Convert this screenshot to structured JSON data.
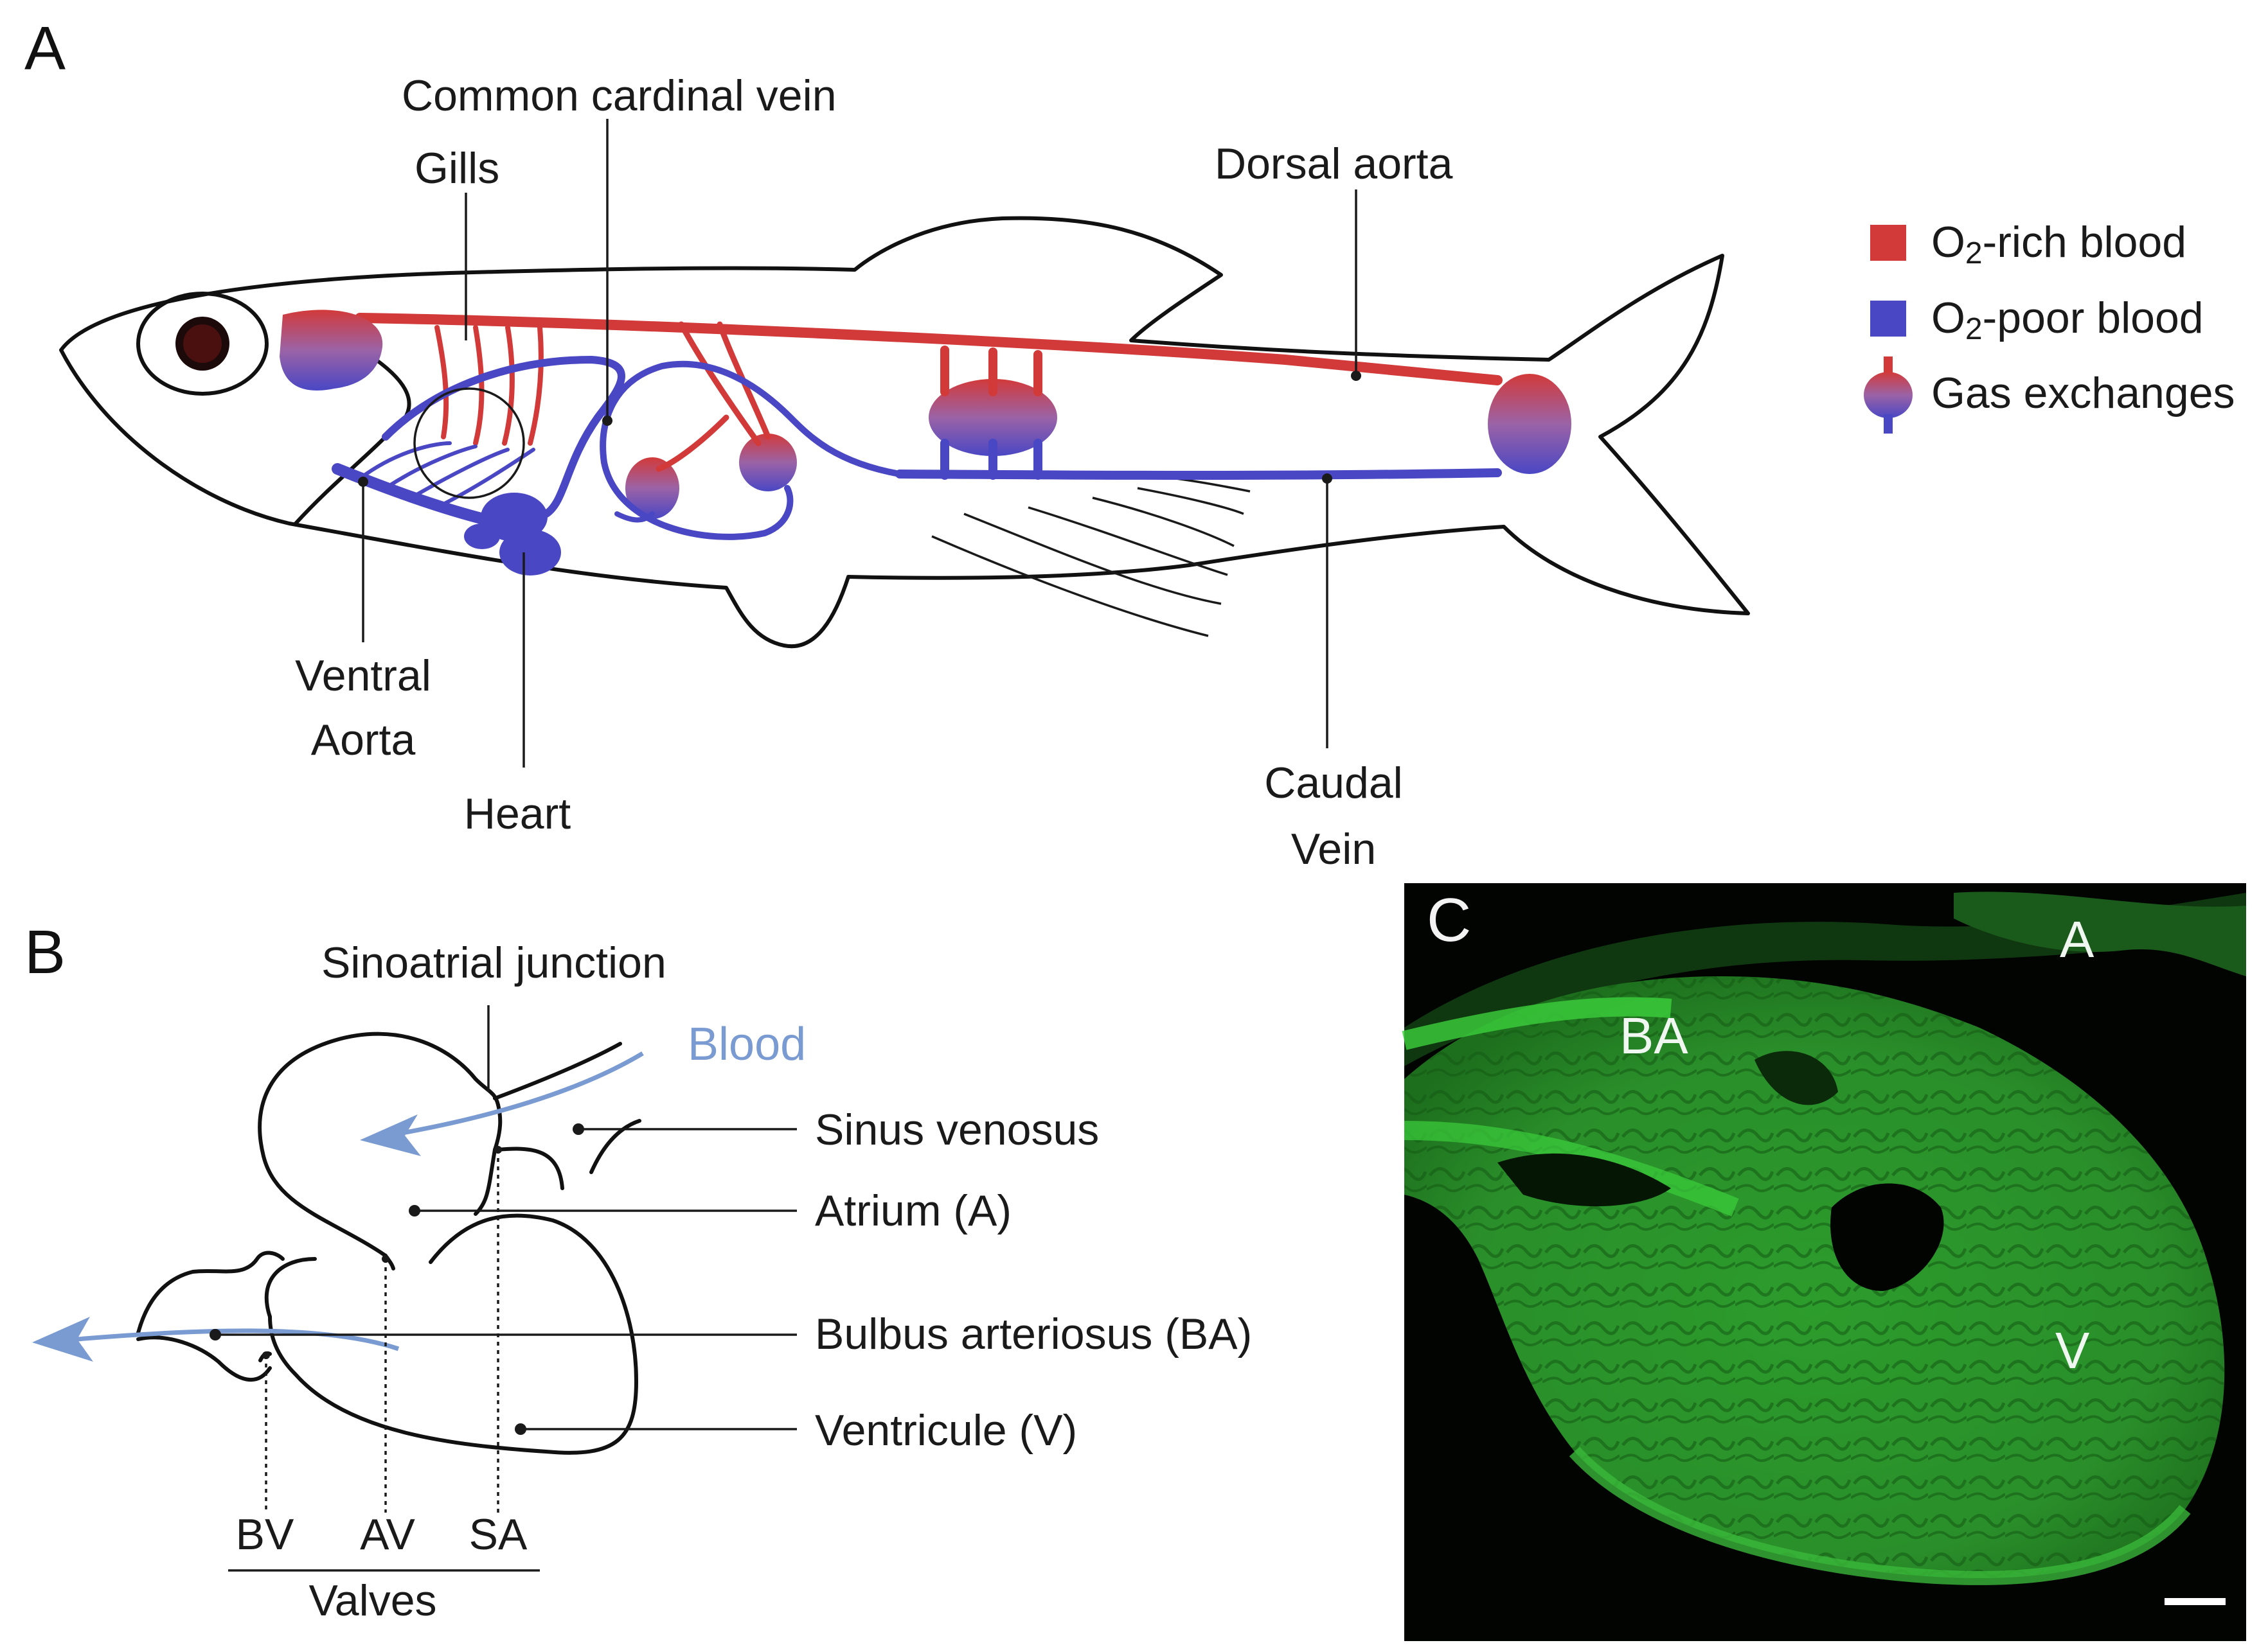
{
  "panels": {
    "a": {
      "letter": "A"
    },
    "b": {
      "letter": "B"
    },
    "c": {
      "letter": "C"
    }
  },
  "panel_a": {
    "labels": {
      "common_cardinal_vein": "Common cardinal vein",
      "gills": "Gills",
      "dorsal_aorta": "Dorsal aorta",
      "ventral_aorta_line1": "Ventral",
      "ventral_aorta_line2": "Aorta",
      "heart": "Heart",
      "caudal_vein_line1": "Caudal",
      "caudal_vein_line2": "Vein"
    },
    "legend": [
      {
        "label_prefix": "O",
        "label_sub": "2",
        "label_suffix": "-rich blood",
        "color": "#d23a3a",
        "icon": "red-square-icon"
      },
      {
        "label_prefix": "O",
        "label_sub": "2",
        "label_suffix": "-poor blood",
        "color": "#4a47c4",
        "icon": "blue-square-icon"
      },
      {
        "label": "Gas exchanges",
        "icon": "gas-exchange-icon"
      }
    ],
    "colors": {
      "oxygen_rich": "#d23a3a",
      "oxygen_poor": "#4a47c4"
    }
  },
  "panel_b": {
    "labels": {
      "sinoatrial_junction": "Sinoatrial junction",
      "blood": "Blood",
      "sinus_venosus": "Sinus venosus",
      "atrium": "Atrium (A)",
      "bulbus_arteriosus": "Bulbus arteriosus (BA)",
      "ventricule": "Ventricule (V)"
    },
    "valves": {
      "bv": "BV",
      "av": "AV",
      "sa": "SA",
      "caption": "Valves"
    },
    "colors": {
      "blood_arrow": "#7a9ad2"
    }
  },
  "panel_c": {
    "labels": {
      "ba": "BA",
      "a": "A",
      "v": "V"
    },
    "colors": {
      "background": "#020402",
      "tissue": "#2fa82f"
    }
  }
}
